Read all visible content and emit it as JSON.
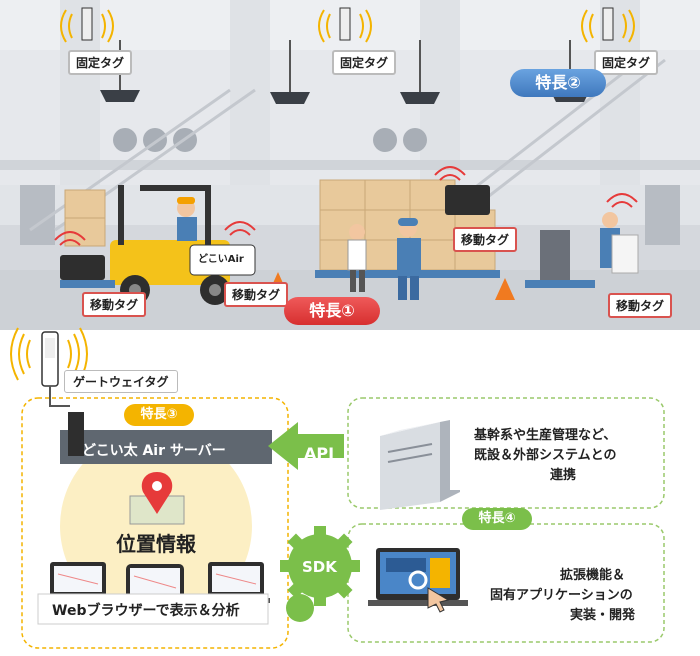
{
  "fixed_tags": [
    "固定タグ",
    "固定タグ",
    "固定タグ"
  ],
  "mobile_tags": [
    "移動タグ",
    "移動タグ",
    "移動タグ",
    "移動タグ"
  ],
  "features": {
    "f1": "特長①",
    "f2": "特長②",
    "f3": "特長③",
    "f4": "特長④"
  },
  "forklift_label": "どこいAir",
  "gateway_tag": "ゲートウェイタグ",
  "server_label": "どこい太 Air サーバー",
  "location_info": "位置情報",
  "web_browser": "Webブラウザーで表示＆分析",
  "api_label": "API",
  "sdk_label": "SDK",
  "integration_text": [
    "基幹系や生産管理など、",
    "既設＆外部システムとの",
    "連携"
  ],
  "extension_text": [
    "拡張機能＆",
    "固有アプリケーションの",
    "実装・開発"
  ],
  "colors": {
    "red": "#e63a3a",
    "blue": "#4a86c8",
    "orange": "#f4b400",
    "green": "#7bbf4a",
    "gray": "#5f6770",
    "cream": "#fcefc4"
  }
}
